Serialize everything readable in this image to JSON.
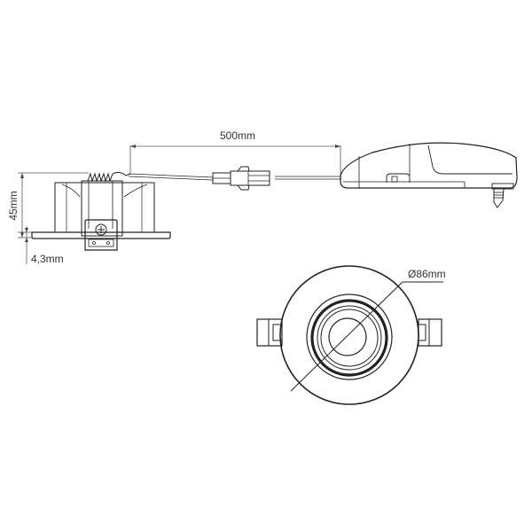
{
  "diagram": {
    "type": "technical-dimension-drawing",
    "subject": "recessed downlight with cable and driver",
    "views": [
      "side-view",
      "front-view"
    ],
    "line_color": "#222222",
    "text_color": "#333333",
    "background": "#ffffff"
  },
  "dimensions": {
    "cable_length": "500mm",
    "height": "45mm",
    "bezel_thickness": "4,3mm",
    "diameter": "Ø86mm"
  }
}
